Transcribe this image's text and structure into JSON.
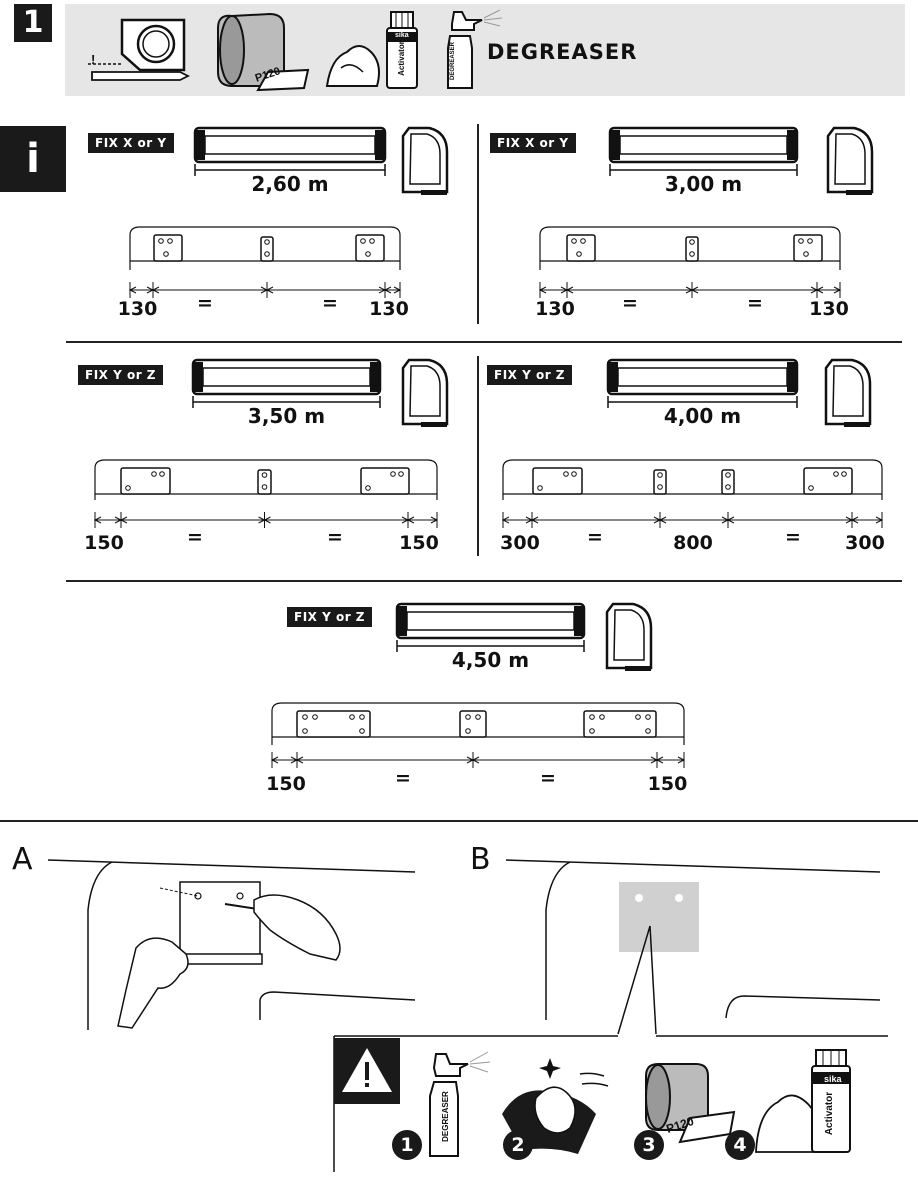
{
  "step": {
    "number": "1",
    "info": "i"
  },
  "tools": {
    "degreaser_label": "DEGREASER",
    "sandpaper_grit": "P120",
    "activator_brand": "sika",
    "activator_label": "Activator",
    "bottle_label": "DEGREASER",
    "tape_mark": "!"
  },
  "panels": [
    {
      "tag": "FIX X or Y",
      "length": "2,60 m",
      "dims": [
        "130",
        "=",
        "=",
        "130"
      ]
    },
    {
      "tag": "FIX X or Y",
      "length": "3,00 m",
      "dims": [
        "130",
        "=",
        "=",
        "130"
      ]
    },
    {
      "tag": "FIX Y or Z",
      "length": "3,50 m",
      "dims": [
        "150",
        "=",
        "=",
        "150"
      ]
    },
    {
      "tag": "FIX Y or Z",
      "length": "4,00 m",
      "dims": [
        "300",
        "=",
        "800",
        "=",
        "300"
      ]
    },
    {
      "tag": "FIX Y or Z",
      "length": "4,50 m",
      "dims": [
        "150",
        "=",
        "=",
        "150"
      ]
    }
  ],
  "steps": {
    "a": "A",
    "b": "B"
  },
  "warning": {
    "icon": "warning-triangle-icon",
    "numbers": [
      "1",
      "2",
      "3",
      "4"
    ]
  },
  "colors": {
    "dark": "#1a1a1a",
    "strip": "#e6e6e6",
    "pad": "#d0d0d0"
  }
}
